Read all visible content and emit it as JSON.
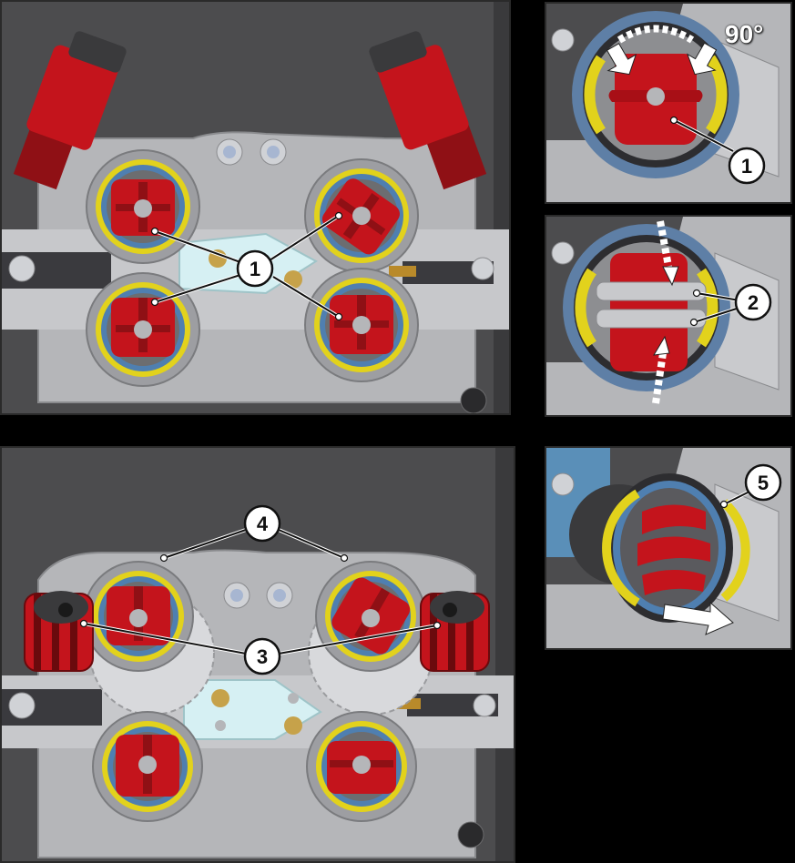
{
  "panels": {
    "top_left": {
      "callouts": [
        {
          "label": "1"
        }
      ]
    },
    "top_right": {
      "angle": "90°",
      "callouts": [
        {
          "label": "1"
        }
      ]
    },
    "middle_right": {
      "callouts": [
        {
          "label": "2"
        }
      ]
    },
    "bottom_left": {
      "callouts": [
        {
          "label": "4"
        },
        {
          "label": "3"
        }
      ]
    },
    "bottom_right": {
      "callouts": [
        {
          "label": "5"
        }
      ]
    }
  },
  "colors": {
    "background": "#000000",
    "housing": "#b8b9bc",
    "roller_red": "#c4141c",
    "ring_yellow": "#e2d21c",
    "ring_blue": "#4f7fb0",
    "guide_cyan": "#d6f0f3",
    "dark_gray": "#4a4a4a"
  }
}
